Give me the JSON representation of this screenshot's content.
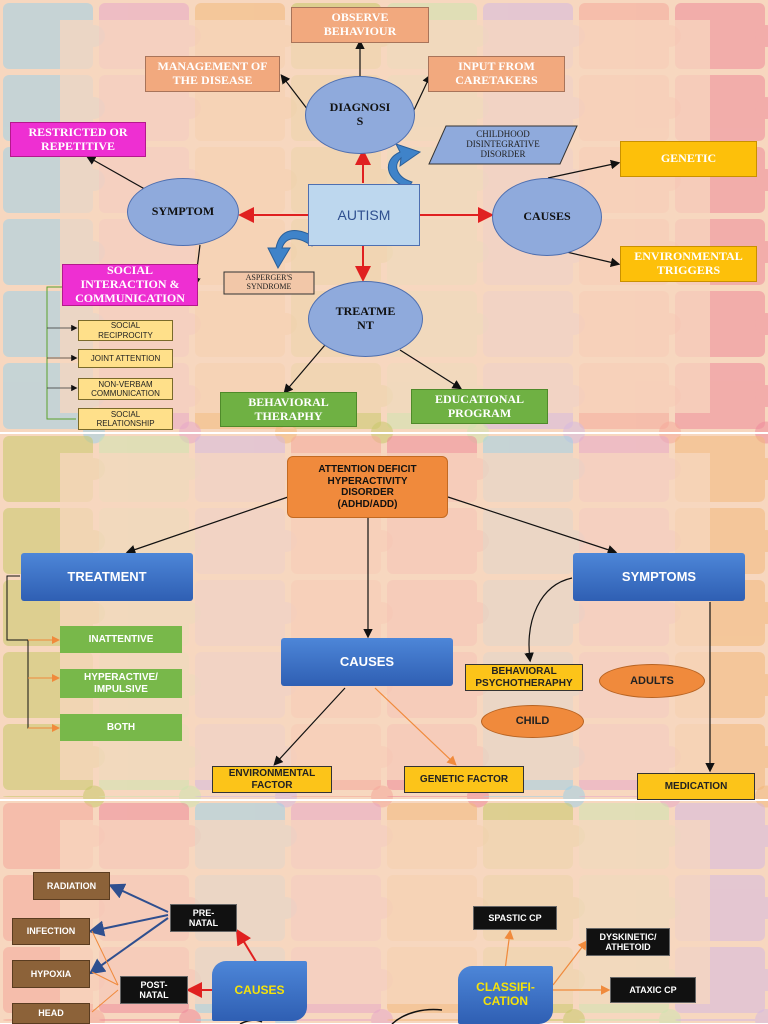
{
  "colors": {
    "background": "#f7d7bf",
    "puzzle_pieces": [
      "#ee8b9a",
      "#f3b97c",
      "#d6b9e0",
      "#9fd1e8",
      "#c9c96b",
      "#f5a99b",
      "#e7a8c8",
      "#cfe4b0"
    ],
    "arrow_red": "#e02020",
    "arrow_orange": "#f08a3c",
    "arrow_navy": "#2f4f8f",
    "line_green": "#5aa02c"
  },
  "autism": {
    "center": "AUTISM",
    "observe": "OBSERVE\nBEHAVIOUR",
    "management": "MANAGEMENT OF\nTHE DISEASE",
    "input": "INPUT FROM\nCARETAKERS",
    "diagnosis": "DIAGNOSI\nS",
    "childhood": "CHILDHOOD\nDISINTEGRATIVE\nDISORDER",
    "restricted": "RESTRICTED OR\nREPETITIVE",
    "symptom": "SYMPTOM",
    "causes": "CAUSES",
    "genetic": "GENETIC",
    "environmental": "ENVIRONMENTAL\nTRIGGERS",
    "social": "SOCIAL\nINTERACTION &\nCOMMUNICATION",
    "asperger": "ASPERGER'S\nSYNDROME",
    "treatment": "TREATME\nNT",
    "sub_items": [
      "SOCIAL\nRECIPROCITY",
      "JOINT ATTENTION",
      "NON-VERBAM\nCOMMUNICATION",
      "SOCIAL\nRELATIONSHIP"
    ],
    "behavioral": "BEHAVIORAL\nTHERAPHY",
    "educational": "EDUCATIONAL\nPROGRAM"
  },
  "adhd": {
    "title": "ATTENTION DEFICIT\nHYPERACTIVITY\nDISORDER\n(ADHD/ADD)",
    "treatment": "TREATMENT",
    "symptoms": "SYMPTOMS",
    "causes": "CAUSES",
    "types": [
      "INATTENTIVE",
      "HYPERACTIVE/\nIMPULSIVE",
      "BOTH"
    ],
    "behavioral_psycho": "BEHAVIORAL\nPSYCHOTHERAPHY",
    "adults": "ADULTS",
    "child": "CHILD",
    "environmental": "ENVIRONMENTAL\nFACTOR",
    "genetic": "GENETIC FACTOR",
    "medication": "MEDICATION"
  },
  "cp": {
    "radiation": "RADIATION",
    "infection": "INFECTION",
    "hypoxia": "HYPOXIA",
    "head": "HEAD",
    "prenatal": "PRE-\nNATAL",
    "postnatal": "POST-\nNATAL",
    "causes": "CAUSES",
    "spastic": "SPASTIC CP",
    "dyskinetic": "DYSKINETIC/\nATHETOID",
    "classification": "CLASSIFI-\nCATION",
    "ataxic": "ATAXIC CP"
  }
}
